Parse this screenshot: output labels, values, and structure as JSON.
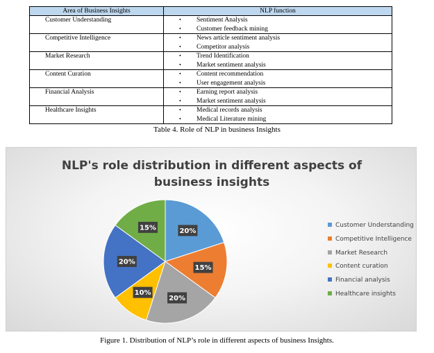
{
  "table": {
    "headers": [
      "Area of Business Insights",
      "NLP function"
    ],
    "rows": [
      {
        "area": "Customer Understanding",
        "functions": [
          "Sentiment Analysis",
          "Customer feedback mining"
        ]
      },
      {
        "area": "Competitive Intelligence",
        "functions": [
          "News article sentiment analysis",
          "Competitor analysis"
        ]
      },
      {
        "area": "Market Research",
        "functions": [
          "Trend Identification",
          "Market sentiment analysis"
        ]
      },
      {
        "area": "Content Curation",
        "functions": [
          "Content recommendation",
          "User engagement analysis"
        ]
      },
      {
        "area": "Financial Analysis",
        "functions": [
          "Earning report analysis",
          "Market sentiment analysis"
        ]
      },
      {
        "area": "Healthcare Insights",
        "functions": [
          "Medical records analysis",
          "Medical Literature mining"
        ]
      }
    ],
    "caption": "Table 4. Role of NLP in business Insights"
  },
  "figure_caption": "Figure 1. Distribution of NLP’s role in different aspects of business Insights.",
  "chart_data": {
    "type": "pie",
    "title": "NLP's role distribution in different aspects of business insights",
    "title_lines": [
      "NLP's role distribution in different aspects of",
      "business insights"
    ],
    "legend_position": "right",
    "slices": [
      {
        "label": "Customer Understanding",
        "value": 20,
        "display": "20%",
        "color": "#5b9bd5"
      },
      {
        "label": "Competitive Intelligence",
        "value": 15,
        "display": "15%",
        "color": "#ed7d31"
      },
      {
        "label": "Market Research",
        "value": 20,
        "display": "20%",
        "color": "#a5a5a5"
      },
      {
        "label": "Content curation",
        "value": 10,
        "display": "10%",
        "color": "#ffc000"
      },
      {
        "label": "Financial analysis",
        "value": 20,
        "display": "20%",
        "color": "#4472c4"
      },
      {
        "label": "Healthcare insights",
        "value": 15,
        "display": "15%",
        "color": "#70ad47"
      }
    ]
  }
}
